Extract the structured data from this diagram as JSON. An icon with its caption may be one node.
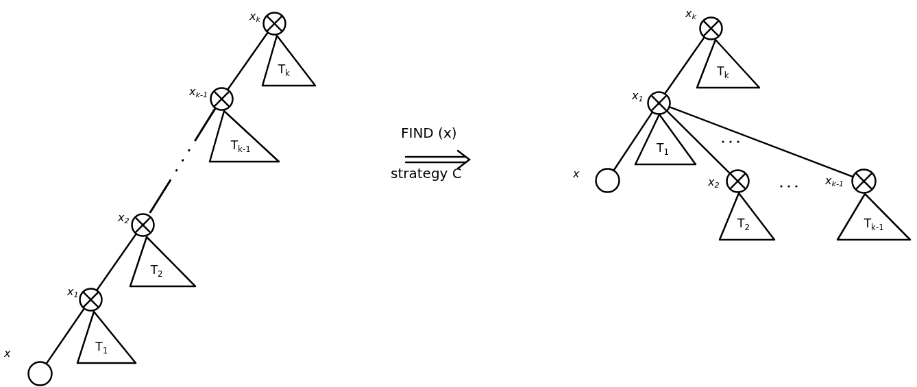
{
  "diagram": {
    "nodes": [
      {
        "text": [],
        "shape": "circle",
        "beside": [
          "x$_{k}$"
        ]
      },
      {
        "text": [
          "T$_{k}$"
        ]
      },
      {
        "text": [],
        "shape": "circle",
        "beside": [
          "x$_{k-1}$"
        ]
      },
      {
        "text": [
          "T$_{k-1}$"
        ]
      },
      {
        "text": [],
        "shape": "circle",
        "beside": [
          "x$_{2}$"
        ]
      },
      {
        "text": [
          "T$_{2}$"
        ]
      },
      {
        "text": [],
        "shape": "circle",
        "beside": [
          "x$_{1}$"
        ]
      },
      {
        "text": [
          "T$_{1}$"
        ]
      },
      {
        "text": [],
        "shape": "circle",
        "beside": [
          "x"
        ]
      },
      {
        "text": [],
        "shape": "circle",
        "beside": [
          "x$_{k}$"
        ]
      },
      {
        "text": [
          "T$_{k}$"
        ]
      },
      {
        "text": [],
        "shape": "circle",
        "beside": [
          "x$_{1}$"
        ]
      },
      {
        "text": [
          "T$_{1}$"
        ]
      },
      {
        "text": [],
        "shape": "circle",
        "beside": [
          "x"
        ]
      },
      {
        "text": [],
        "shape": "circle",
        "beside": [
          "x$_{2}$"
        ]
      },
      {
        "text": [
          "T$_{2}$"
        ]
      },
      {
        "text": [],
        "shape": "circle",
        "beside": [
          "x$_{k-1}$"
        ]
      },
      {
        "text": [
          "T$_{k-1}$"
        ]
      }
    ],
    "edges": [
      {
        "from": 0,
        "to": 2,
        "arrow": "none"
      },
      {
        "from": 2,
        "to": 4,
        "arrow": "none",
        "style": "dashed"
      },
      {
        "from": 4,
        "to": 6,
        "arrow": "none"
      },
      {
        "from": 6,
        "to": 8,
        "arrow": "none"
      },
      {
        "from": 9,
        "to": 11,
        "arrow": "none"
      },
      {
        "from": 11,
        "to": 13,
        "arrow": "none"
      },
      {
        "from": 11,
        "to": 14,
        "arrow": "none"
      },
      {
        "from": 11,
        "to": 16,
        "arrow": "none"
      }
    ],
    "labels": [
      "FIND (x)",
      "strategy C"
    ]
  }
}
